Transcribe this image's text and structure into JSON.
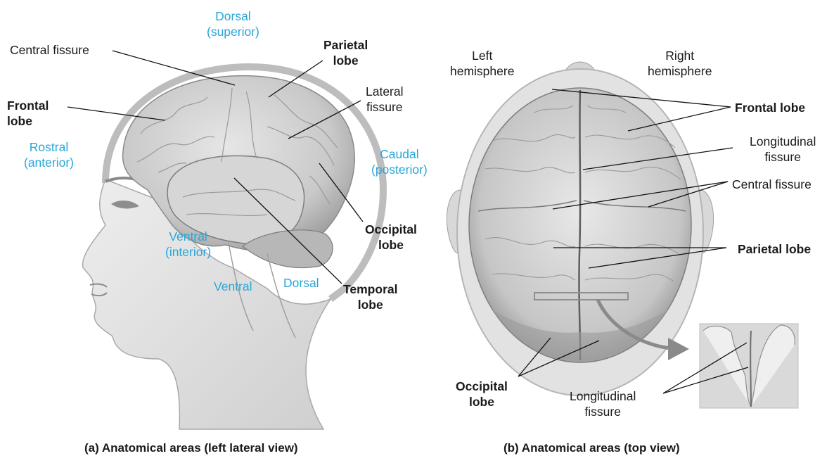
{
  "panel_a": {
    "caption": "(a) Anatomical areas (left lateral view)",
    "direction_labels": {
      "dorsal_superior": [
        "Dorsal",
        "(superior)"
      ],
      "rostral_anterior": [
        "Rostral",
        "(anterior)"
      ],
      "caudal_posterior": [
        "Caudal",
        "(posterior)"
      ],
      "ventral_interior": [
        "Ventral",
        "(interior)"
      ],
      "ventral": "Ventral",
      "dorsal": "Dorsal"
    },
    "structure_labels": {
      "central_fissure": "Central fissure",
      "parietal_lobe": [
        "Parietal",
        "lobe"
      ],
      "frontal_lobe": [
        "Frontal",
        "lobe"
      ],
      "lateral_fissure": [
        "Lateral",
        "fissure"
      ],
      "occipital_lobe": [
        "Occipital",
        "lobe"
      ],
      "temporal_lobe": [
        "Temporal",
        "lobe"
      ]
    }
  },
  "panel_b": {
    "caption": "(b) Anatomical areas (top view)",
    "hemisphere_labels": {
      "left": [
        "Left",
        "hemisphere"
      ],
      "right": [
        "Right",
        "hemisphere"
      ]
    },
    "structure_labels": {
      "frontal_lobe": "Frontal lobe",
      "longitudinal_fissure": [
        "Longitudinal",
        "fissure"
      ],
      "central_fissure": "Central fissure",
      "parietal_lobe": "Parietal lobe",
      "occipital_lobe": [
        "Occipital",
        "lobe"
      ],
      "longitudinal_fissure_inset": [
        "Longitudinal",
        "fissure"
      ]
    }
  },
  "colors": {
    "direction_text": "#29a6d8",
    "label_text": "#1a1a1a",
    "brain_fill": "#cfcfcf",
    "skin_fill": "#e4e4e4"
  }
}
